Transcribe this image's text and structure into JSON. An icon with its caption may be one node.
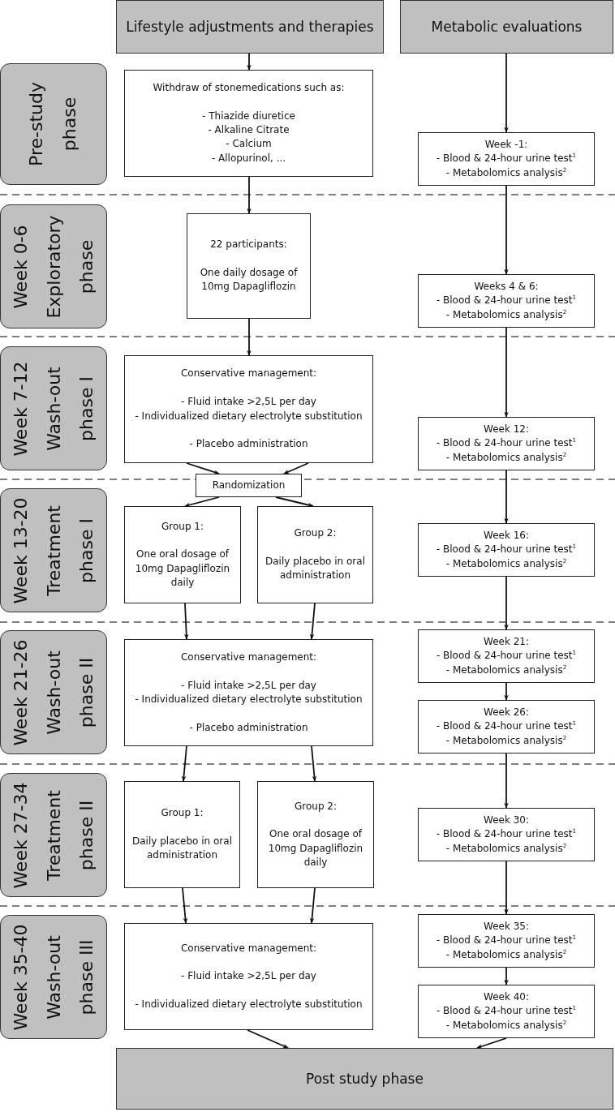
{
  "diagram": {
    "nodes": [
      {
        "text": [
          "Lifestyle adjustments and therapies"
        ]
      },
      {
        "text": [
          "Metabolic evaluations"
        ]
      },
      {
        "text": [
          "Pre-study phase"
        ]
      },
      {
        "text": [
          "Withdraw of stonemedications such as:",
          "- Thiazide diuretice",
          "- Alkaline Citrate",
          "- Calcium",
          "- Allopurinol, ..."
        ]
      },
      {
        "text": [
          "Week -1:",
          "- Blood & 24-hour urine test$^{1}$",
          "- Metabolomics analysis$^{2}$"
        ]
      },
      {
        "text": [
          "Week 0-6",
          "Exploratory phase"
        ]
      },
      {
        "text": [
          "22 participants:",
          "One daily dosage of 10mg Dapagliflozin"
        ]
      },
      {
        "text": [
          "Weeks 4 & 6:",
          "- Blood & 24-hour urine test$^{1}$",
          "- Metabolomics analysis$^{2}$"
        ]
      },
      {
        "text": [
          "Week 7-12",
          "Wash-out phase I"
        ]
      },
      {
        "text": [
          "Conservative management:",
          "- Fluid intake >2,5L per day",
          "- Individualized dietary electrolyte substitution",
          "- Placebo administration"
        ]
      },
      {
        "text": [
          "Week 12:",
          "- Blood & 24-hour urine test$^{1}$",
          "- Metabolomics analysis$^{2}$"
        ]
      },
      {
        "text": [
          "Randomization"
        ]
      },
      {
        "text": [
          "Week 13-20",
          "Treatment phase I"
        ]
      },
      {
        "text": [
          "Group 1:",
          "One oral dosage of 10mg Dapagliflozin daily"
        ]
      },
      {
        "text": [
          "Group 2:",
          "Daily placebo in oral administration"
        ]
      },
      {
        "text": [
          "Week 16:",
          "- Blood & 24-hour urine test$^{1}$",
          "- Metabolomics analysis$^{2}$"
        ]
      },
      {
        "text": [
          "Week 21-26",
          "Wash-out phase II"
        ]
      },
      {
        "text": [
          "Conservative management:",
          "- Fluid intake >2,5L per day",
          "- Individualized dietary electrolyte substitution",
          "- Placebo administration"
        ]
      },
      {
        "text": [
          "Week 21:",
          "- Blood & 24-hour urine test$^{1}$",
          "- Metabolomics analysis$^{2}$"
        ]
      },
      {
        "text": [
          "Week 26:",
          "- Blood & 24-hour urine test$^{1}$",
          "- Metabolomics analysis$^{2}$"
        ]
      },
      {
        "text": [
          "Week 27-34",
          "Treatment phase II"
        ]
      },
      {
        "text": [
          "Group 1:",
          "Daily placebo in oral administration"
        ]
      },
      {
        "text": [
          "Group 2:",
          "One oral dosage of 10mg Dapagliflozin daily"
        ]
      },
      {
        "text": [
          "Week 30:",
          "- Blood & 24-hour urine test$^{1}$",
          "- Metabolomics analysis$^{2}$"
        ]
      },
      {
        "text": [
          "Week 35-40",
          "Wash-out phase III"
        ]
      },
      {
        "text": [
          "Conservative management:",
          "- Fluid intake >2,5L per day",
          "- Individualized dietary electrolyte substitution"
        ]
      },
      {
        "text": [
          "Week 35:",
          "- Blood & 24-hour urine test$^{1}$",
          "- Metabolomics analysis$^{2}$"
        ]
      },
      {
        "text": [
          "Week 40:",
          "- Blood & 24-hour urine test$^{1}$",
          "- Metabolomics analysis$^{2}$"
        ]
      },
      {
        "text": [
          "Post study phase"
        ]
      }
    ],
    "edges": [
      {
        "from": 0,
        "to": 3,
        "arrow": "to"
      },
      {
        "from": 3,
        "to": 6,
        "arrow": "to"
      },
      {
        "from": 6,
        "to": 9,
        "arrow": "to"
      },
      {
        "from": 9,
        "to": 11,
        "arrow": "to"
      },
      {
        "from": 9,
        "to": 11,
        "arrow": "to"
      },
      {
        "from": 11,
        "to": 13,
        "arrow": "to"
      },
      {
        "from": 11,
        "to": 14,
        "arrow": "to"
      },
      {
        "from": 13,
        "to": 17,
        "arrow": "to"
      },
      {
        "from": 14,
        "to": 17,
        "arrow": "to"
      },
      {
        "from": 17,
        "to": 21,
        "arrow": "to"
      },
      {
        "from": 17,
        "to": 22,
        "arrow": "to"
      },
      {
        "from": 21,
        "to": 25,
        "arrow": "to"
      },
      {
        "from": 22,
        "to": 25,
        "arrow": "to"
      },
      {
        "from": 25,
        "to": 28,
        "arrow": "to"
      },
      {
        "from": 1,
        "to": 4,
        "arrow": "to"
      },
      {
        "from": 4,
        "to": 7,
        "arrow": "to"
      },
      {
        "from": 7,
        "to": 10,
        "arrow": "to"
      },
      {
        "from": 10,
        "to": 15,
        "arrow": "to"
      },
      {
        "from": 15,
        "to": 18,
        "arrow": "to"
      },
      {
        "from": 18,
        "to": 19,
        "arrow": "to"
      },
      {
        "from": 19,
        "to": 23,
        "arrow": "to"
      },
      {
        "from": 23,
        "to": 26,
        "arrow": "to"
      },
      {
        "from": 26,
        "to": 27,
        "arrow": "to"
      },
      {
        "from": 27,
        "to": 28,
        "arrow": "to"
      }
    ]
  }
}
